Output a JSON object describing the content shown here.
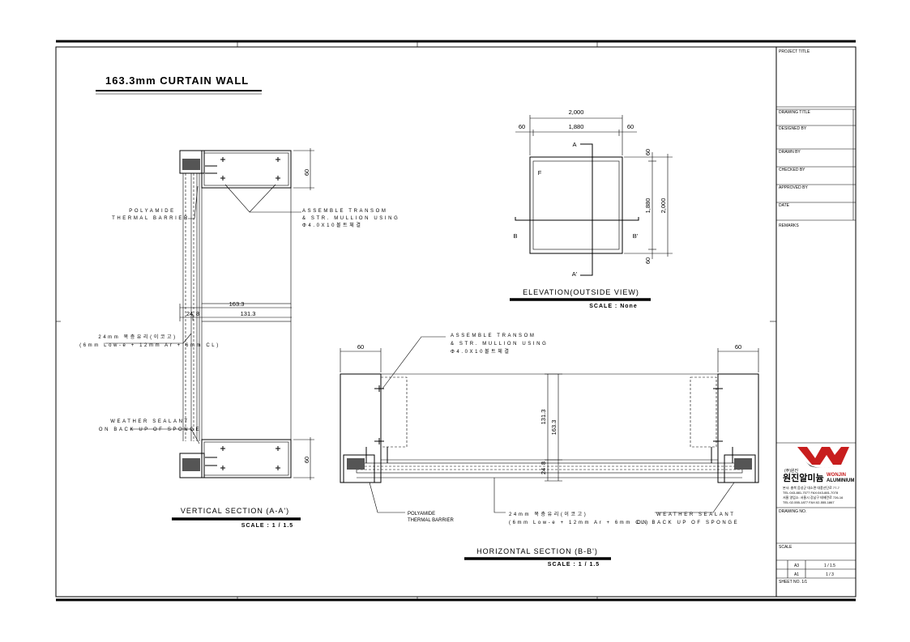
{
  "drawing": {
    "title": "163.3mm CURTAIN WALL",
    "vertical_section": {
      "title": "VERTICAL SECTION (A-A')",
      "scale": "SCALE : 1 / 1.5",
      "note_barrier": [
        "POLYAMIDE",
        "THERMAL BARRIER"
      ],
      "note_assemble": [
        "ASSEMBLE TRANSOM",
        "& STR. MULLION USING",
        "Φ4.0X10볼트체결"
      ],
      "note_glass": [
        "24mm 복층유리(이코고)",
        "(6mm Low-e + 12mm Ar + 6mm CL)"
      ],
      "note_sealant": [
        "WEATHER SEALANT",
        "ON BACK UP OF SPONGE"
      ],
      "dim_60_top": "60",
      "dim_60_bottom": "60",
      "dim_total": "163.3",
      "dim_frame": "131.3",
      "dim_24": "24",
      "dim_8": "8"
    },
    "elevation": {
      "title": "ELEVATION(OUTSIDE VIEW)",
      "scale": "SCALE : None",
      "dim_2000_w": "2,000",
      "dim_1880_w": "1,880",
      "dim_60_l": "60",
      "dim_60_r": "60",
      "dim_60_t": "60",
      "dim_60_b": "60",
      "dim_1880_h": "1,880",
      "dim_2000_h": "2,000",
      "mark_a": "A",
      "mark_a2": "A'",
      "mark_b": "B",
      "mark_b2": "B'",
      "mark_f": "F"
    },
    "horizontal_section": {
      "title": "HORIZONTAL SECTION (B-B')",
      "scale": "SCALE : 1 / 1.5",
      "note_assemble": [
        "ASSEMBLE TRANSOM",
        "& STR. MULLION USING",
        "Φ4.0X10볼트체결"
      ],
      "note_barrier": [
        "POLYAMIDE",
        "THERMAL BARRIER"
      ],
      "note_glass": [
        "24mm 복층유리(이코고)",
        "(6mm Low-e + 12mm Ar + 6mm CL)"
      ],
      "note_sealant": [
        "WEATHER SEALANT",
        "ON BACK UP OF SPONGE"
      ],
      "dim_60_l": "60",
      "dim_60_r": "60",
      "dim_131": "131.3",
      "dim_163": "163.3",
      "dim_24": "24",
      "dim_8": "8"
    }
  },
  "title_block": {
    "project_label": "PROJECT TITLE",
    "rows": [
      "DRAWING TITLE",
      "DESIGNED BY",
      "DRAWN BY",
      "CHECKED BY",
      "APPROVED BY",
      "DATE",
      "REMARKS"
    ],
    "company_kr": "원진알미늄",
    "company_en_1": "WONJIN",
    "company_en_2": "ALUMINIUM",
    "logo_sub": "(주)원진",
    "address": [
      "본사: 충북 음성군 대소면 대풍산단로 77-7",
      "TEL:043-881-7077 FAX:043-881-7078",
      "서울 영업소: 서울시 강남구 테헤란로 726-16",
      "TEL:02-555-1877 FAX:02-555-1867"
    ],
    "drawing_no_label": "DRAWING NO.",
    "scale_label": "SCALE",
    "scale_a3": "A3",
    "scale_a1": "A1",
    "scale_val_1": "1 / 1.5",
    "scale_val_2": "1 / 3",
    "sheet_label": "SHEET NO. 1/1"
  },
  "colors": {
    "line": "#000000",
    "logo_red": "#c81e1e",
    "paper": "#ffffff"
  }
}
